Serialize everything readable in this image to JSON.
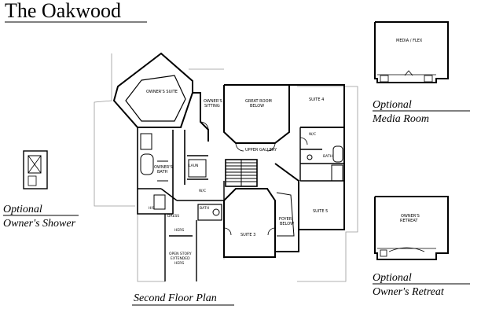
{
  "title": "The Oakwood",
  "captions": {
    "second_floor_plan": "Second Floor Plan",
    "optional_owners_shower_line1": "Optional",
    "optional_owners_shower_line2": "Owner's Shower",
    "optional_media_room_line1": "Optional",
    "optional_media_room_line2": "Media Room",
    "optional_owners_retreat_line1": "Optional",
    "optional_owners_retreat_line2": "Owner's Retreat"
  },
  "rooms": {
    "owners_suite": "OWNER'S SUITE",
    "owners_sitting_line1": "OWNER'S",
    "owners_sitting_line2": "SITTING",
    "great_room_below_line1": "GREAT ROOM",
    "great_room_below_line2": "BELOW",
    "suite_4": "SUITE 4",
    "upper_gallery": "UPPER GALLERY",
    "owners_bath_line1": "OWNER'S",
    "owners_bath_line2": "BATH",
    "laun": "LAUN",
    "wic_left": "W/C",
    "wic_right": "W/C",
    "bath_right": "BATH",
    "his": "HIS",
    "hers_dress": "DRESS",
    "bath_center": "BATH",
    "hers": "HERS",
    "open_story_line1": "OPEN STORY",
    "open_story_line2": "EXTENDED",
    "open_story_line3": "HERS",
    "suite_3": "SUITE 3",
    "foyer_below_line1": "FOYER",
    "foyer_below_line2": "BELOW",
    "suite_5": "SUITE 5",
    "media_flex": "MEDIA / FLEX",
    "owners_retreat_line1": "OWNER'S",
    "owners_retreat_line2": "RETREAT"
  }
}
